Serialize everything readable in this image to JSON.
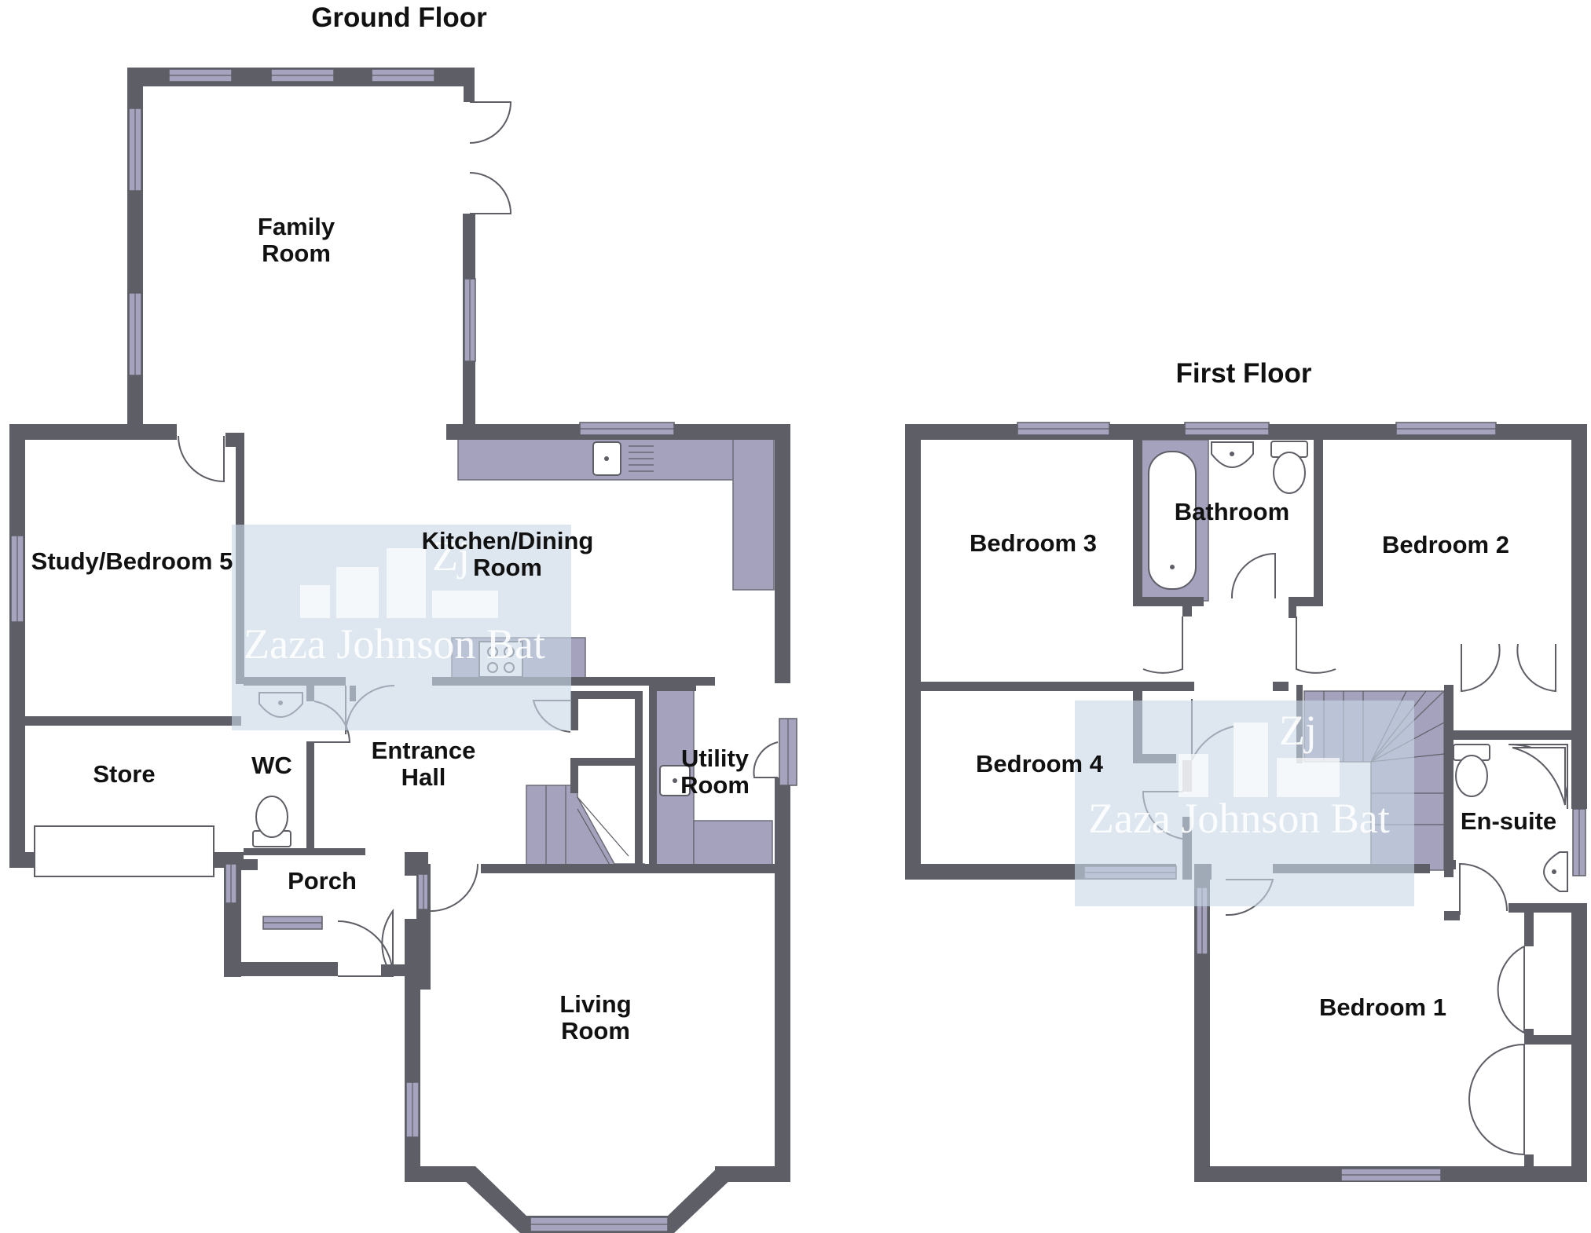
{
  "floors": [
    {
      "title": "Ground Floor"
    },
    {
      "title": "First Floor"
    }
  ],
  "ground_rooms": {
    "family": [
      "Family",
      "Room"
    ],
    "study": "Study/Bedroom 5",
    "kitchen": [
      "Kitchen/Dining",
      "Room"
    ],
    "store": "Store",
    "wc": "WC",
    "hall": [
      "Entrance",
      "Hall"
    ],
    "utility": [
      "Utility",
      "Room"
    ],
    "porch": "Porch",
    "living": [
      "Living",
      "Room"
    ]
  },
  "first_rooms": {
    "bed3": "Bedroom 3",
    "bath": "Bathroom",
    "bed2": "Bedroom 2",
    "bed4": "Bedroom 4",
    "ensuite": "En-suite",
    "bed1": "Bedroom 1"
  },
  "watermark": {
    "text": "Zaza Johnson Bat",
    "mark": "Zj"
  },
  "colors": {
    "wall": "#5d5e66",
    "fitting": "#a4a2bc",
    "watermark": "#c9d9e6"
  }
}
